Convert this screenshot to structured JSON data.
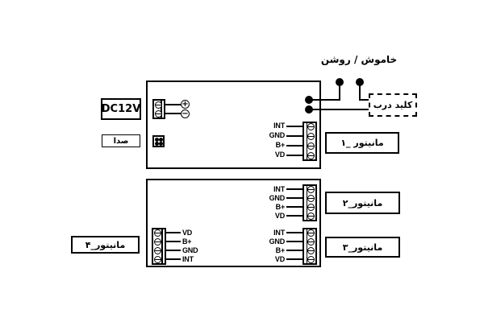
{
  "colors": {
    "ink": "#000000",
    "background": "#ffffff"
  },
  "unit_labels": {
    "power": "DC12V",
    "audio": "صدا",
    "power_switch": "خاموش / روشن",
    "door_key": "كليد درب"
  },
  "monitors": {
    "m1": "مانيتور _۱",
    "m2": "مانيتور_۲",
    "m3": "مانيتور_۳",
    "m4": "مانيتور_۴"
  },
  "pins": {
    "right": [
      "INT",
      "GND",
      "B+",
      "VD"
    ],
    "left": [
      "VD",
      "B+",
      "GND",
      "INT"
    ]
  },
  "symbols": {
    "plus": "+",
    "minus": "−"
  }
}
